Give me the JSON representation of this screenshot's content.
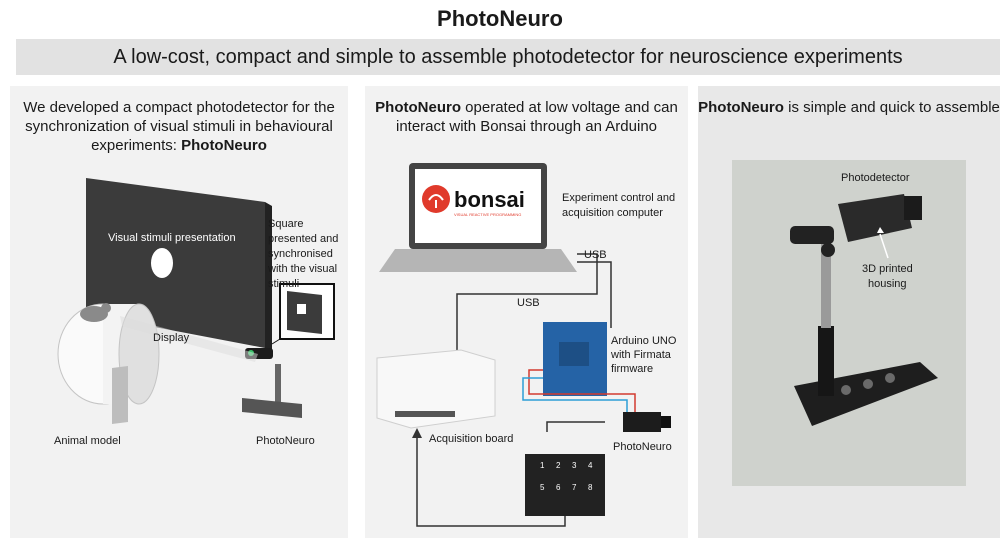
{
  "title": "PhotoNeuro",
  "subtitle": "A low-cost, compact and simple to assemble photodetector for neuroscience experiments",
  "panel1": {
    "head_pre": "We developed a compact photodetector for the synchronization of visual stimuli in behavioural experiments: ",
    "head_bold": "PhotoNeuro",
    "screen_label": "Visual stimuli presentation",
    "square_label": [
      "Square",
      "presented and",
      "synchronised",
      "with the visual",
      "stimuli"
    ],
    "display_label": "Display",
    "animal_label": "Animal model",
    "device_label": "PhotoNeuro"
  },
  "panel2": {
    "head_bold": "PhotoNeuro",
    "head_rest": " operated at low voltage and can interact with Bonsai through an Arduino",
    "bonsai_logo": "bonsai",
    "bonsai_tagline": "VISUAL REACTIVE PROGRAMMING",
    "computer_label": [
      "Experiment control and",
      "acquisition computer"
    ],
    "usb_label_1": "USB",
    "usb_label_2": "USB",
    "arduino_label": [
      "Arduino UNO",
      "with Firmata",
      "firmware"
    ],
    "board_label": "Acquisition board",
    "device_label": "PhotoNeuro",
    "breakout_numbers": [
      "1",
      "2",
      "3",
      "4",
      "5",
      "6",
      "7",
      "8"
    ]
  },
  "panel3": {
    "head_bold": "PhotoNeuro",
    "head_rest": " is simple and quick to assemble",
    "photodetector_label": "Photodetector",
    "housing_label": [
      "3D printed",
      "housing"
    ]
  }
}
